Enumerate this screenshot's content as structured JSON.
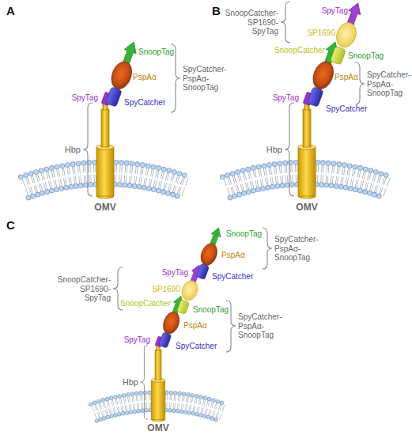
{
  "diagram": {
    "labels": [
      "A",
      "B",
      "SnoopTag",
      "PspAα",
      "SpyCatcher- PspAα- SnoopTag",
      "SpyTag",
      "SpyCatcher",
      "Hbp",
      "OMV",
      "SpyTag",
      "SnoopCatcher- SP1690- SpyTag",
      "SP1690",
      "SnoopCatcher",
      "SnoopTag",
      "PspAα",
      "SpyCatcher- PspAα- SnoopTag",
      "SpyTag",
      "SpyCatcher",
      "Hbp",
      "OMV",
      "C",
      "SnoopTag",
      "PspAα",
      "SpyCatcher- PspAα- SnoopTag",
      "SpyTag",
      "SpyCatcher",
      "SnoopCatcher- SP1690- SpyTag",
      "SP1690",
      "SnoopCatcher",
      "SnoopTag",
      "PspAα",
      "SpyCatcher- PspAα- SnoopTag",
      "SpyTag",
      "SpyCatcher",
      "Hbp",
      "OMV"
    ]
  }
}
